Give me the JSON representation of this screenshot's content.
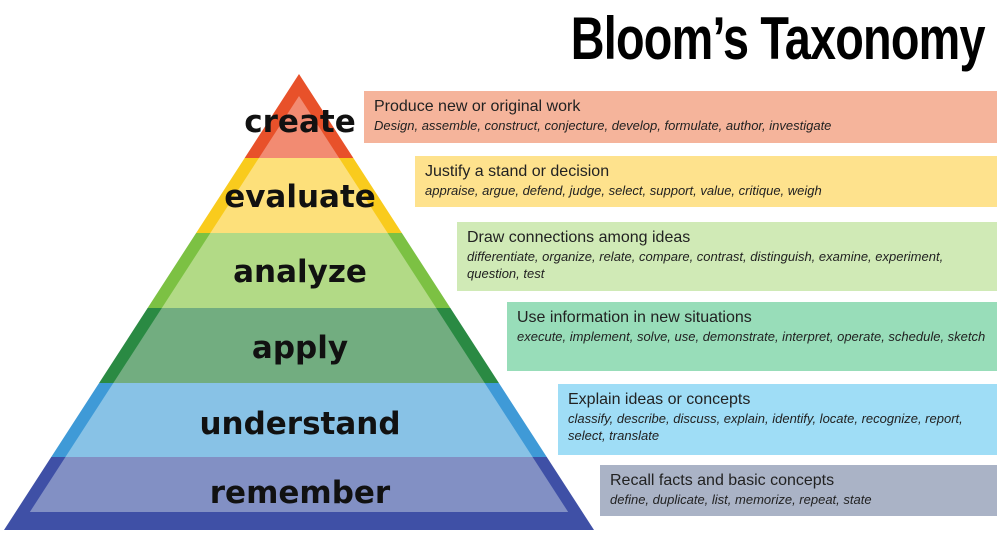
{
  "title": "Bloom’s Taxonomy",
  "levels": [
    {
      "label": "create",
      "heading": "Produce new or original work",
      "verbs": "Design, assemble, construct, conjecture, develop, formulate, author, investigate",
      "edge": "#E8512A",
      "fill": "#F28B72",
      "box": "#F5B49B"
    },
    {
      "label": "evaluate",
      "heading": "Justify a stand or decision",
      "verbs": "appraise, argue, defend, judge, select, support, value, critique, weigh",
      "edge": "#F9CB1D",
      "fill": "#FDE07A",
      "box": "#FEE28D"
    },
    {
      "label": "analyze",
      "heading": "Draw connections among ideas",
      "verbs": "differentiate, organize, relate, compare, contrast, distinguish, examine, experiment, question, test",
      "edge": "#7CC143",
      "fill": "#B2DA86",
      "box": "#D0EAB6"
    },
    {
      "label": "apply",
      "heading": "Use information in new situations",
      "verbs": "execute, implement, solve, use, demonstrate, interpret, operate, schedule, sketch",
      "edge": "#2A8A43",
      "fill": "#72AD80",
      "box": "#98DDB9"
    },
    {
      "label": "understand",
      "heading": "Explain ideas or concepts",
      "verbs": "classify, describe, discuss, explain, identify, locate, recognize, report, select, translate",
      "edge": "#3F9AD7",
      "fill": "#88C2E6",
      "box": "#9FDDF6"
    },
    {
      "label": "remember",
      "heading": "Recall facts and basic concepts",
      "verbs": "define, duplicate, list, memorize, repeat, state",
      "edge": "#3F50A6",
      "fill": "#8290C4",
      "box": "#AAB3C6"
    }
  ]
}
